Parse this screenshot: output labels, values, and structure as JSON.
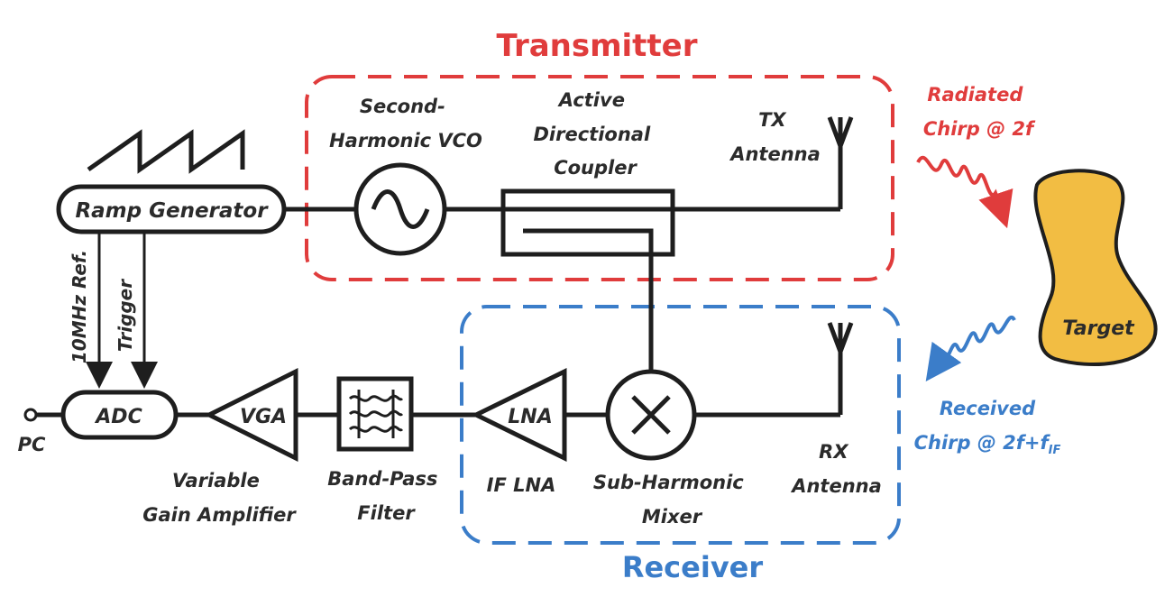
{
  "colors": {
    "transmitter": "#e03c3c",
    "receiver": "#3b7dc9",
    "target": "#f2bd43",
    "line": "#1e1e1e"
  },
  "groups": {
    "transmitter": "Transmitter",
    "receiver": "Receiver"
  },
  "blocks": {
    "ramp_generator": "Ramp Generator",
    "adc": "ADC",
    "vga": "VGA",
    "lna": "LNA",
    "target": "Target"
  },
  "labels": {
    "vco": [
      "Second-",
      "Harmonic VCO"
    ],
    "coupler": [
      "Active",
      "Directional",
      "Coupler"
    ],
    "tx_antenna": [
      "TX",
      "Antenna"
    ],
    "rx_antenna": [
      "RX",
      "Antenna"
    ],
    "ref": "10MHz Ref.",
    "trigger": "Trigger",
    "pc": "PC",
    "vga_full": [
      "Variable",
      "Gain Amplifier"
    ],
    "bpf": [
      "Band-Pass",
      "Filter"
    ],
    "if_lna": "IF LNA",
    "mixer": [
      "Sub-Harmonic",
      "Mixer"
    ],
    "radiated": [
      "Radiated",
      "Chirp @ 2f"
    ],
    "received_line1": "Received",
    "received_prefix": "Chirp @ 2f+f",
    "received_sub": "IF"
  }
}
